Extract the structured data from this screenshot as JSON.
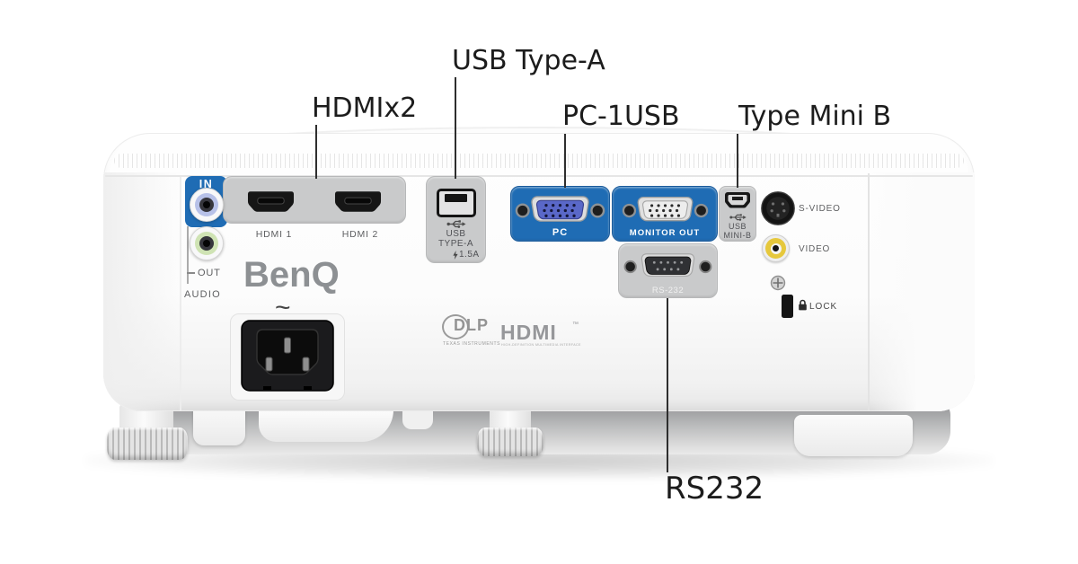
{
  "type": "product-diagram",
  "subject": "projector rear panel",
  "callouts": {
    "hdmi": "HDMIx2",
    "usb_type_a": "USB Type-A",
    "pc_usb": "PC-1USB",
    "type_mini_b": "Type Mini B",
    "rs232": "RS232"
  },
  "ports": {
    "audio_in": "IN",
    "audio_out": "OUT",
    "audio": "AUDIO",
    "hdmi1": "HDMI 1",
    "hdmi2": "HDMI 2",
    "usb_a": {
      "l1": "USB",
      "l2": "TYPE-A",
      "amp": "1.5A"
    },
    "pc": "PC",
    "monitor_out": "MONITOR OUT",
    "usb_mini": {
      "l1": "USB",
      "l2": "MINI-B"
    },
    "rs232_port": "RS-232",
    "s_video": "S-VIDEO",
    "video": "VIDEO",
    "lock": "LOCK",
    "power": "~"
  },
  "branding": {
    "benq": "BenQ",
    "dlp": "DLP",
    "dlp_sub": "TEXAS INSTRUMENTS",
    "hdmi": "HDMI",
    "hdmi_tm": "™",
    "hdmi_tagline": "HIGH-DEFINITION MULTIMEDIA INTERFACE"
  },
  "colors": {
    "accent_blue": "#1f6cb4",
    "panel_gray": "#c9cacb",
    "video_yellow": "#e6c83c",
    "audio_in_ring": "#b7c1e8",
    "audio_out_ring": "#cfe3b4",
    "callout_text": "#1c1c1c"
  }
}
